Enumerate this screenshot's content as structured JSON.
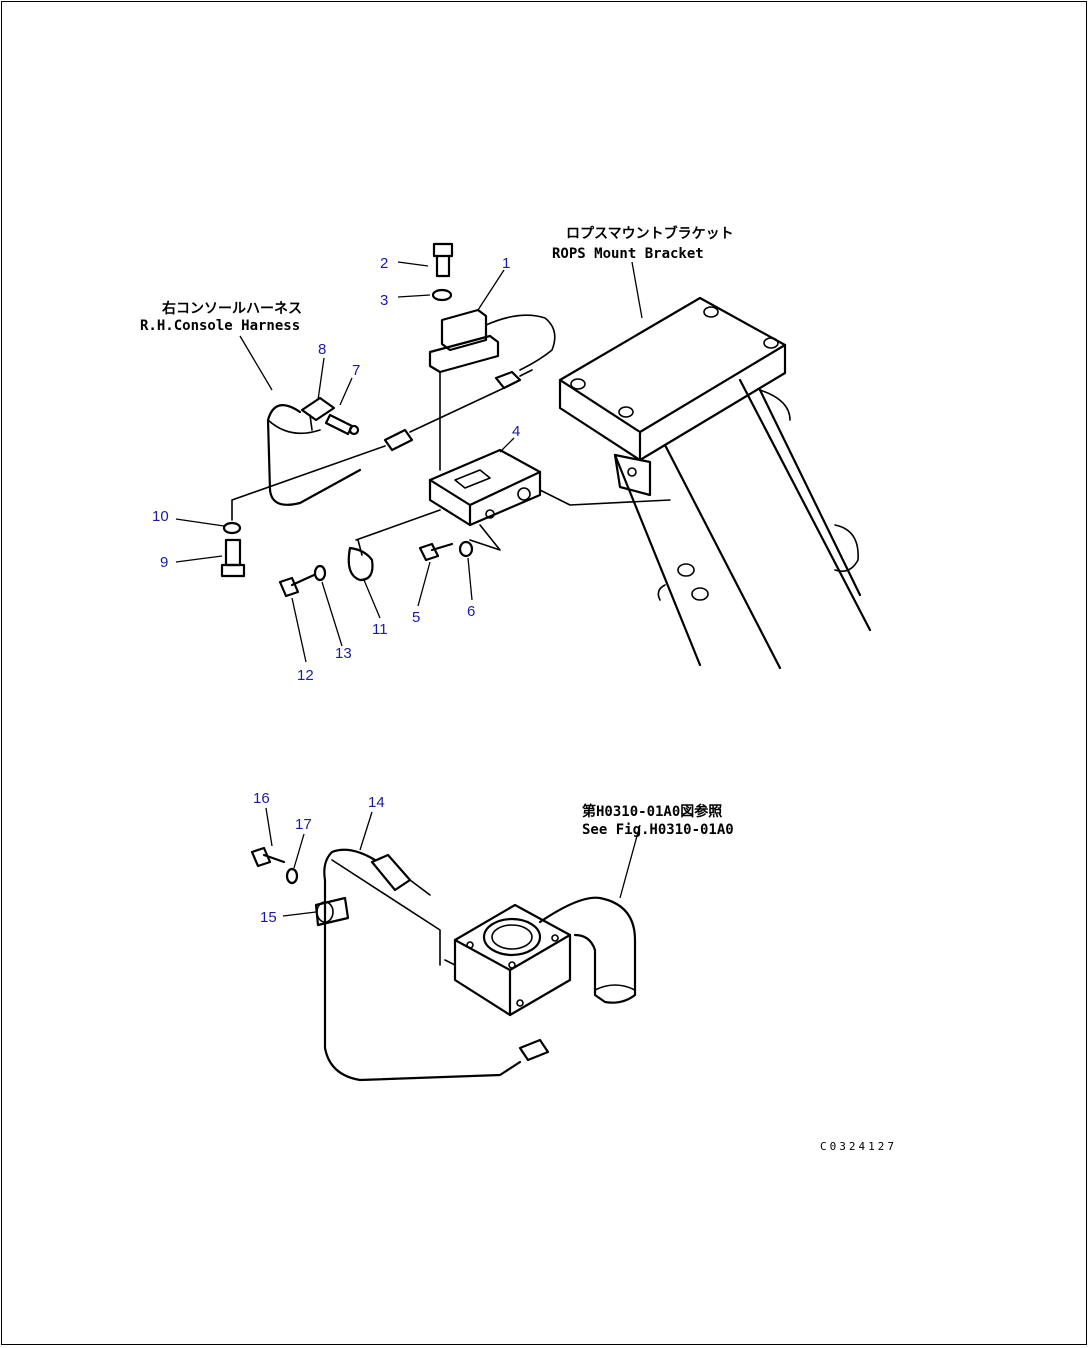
{
  "callouts": [
    "1",
    "2",
    "3",
    "4",
    "5",
    "6",
    "7",
    "8",
    "9",
    "10",
    "11",
    "12",
    "13",
    "14",
    "15",
    "16",
    "17"
  ],
  "labels": {
    "rops_jp": "ロプスマウントブラケット",
    "rops_en": "ROPS Mount Bracket",
    "console_jp": "右コンソールハーネス",
    "console_en": "R.H.Console Harness",
    "seefig_jp": "第H0310-01A0図参照",
    "seefig_en": "See Fig.H0310-01A0"
  },
  "drawing_code": "C0324127",
  "colors": {
    "callout": "#1a1aa6",
    "line": "#000000"
  }
}
